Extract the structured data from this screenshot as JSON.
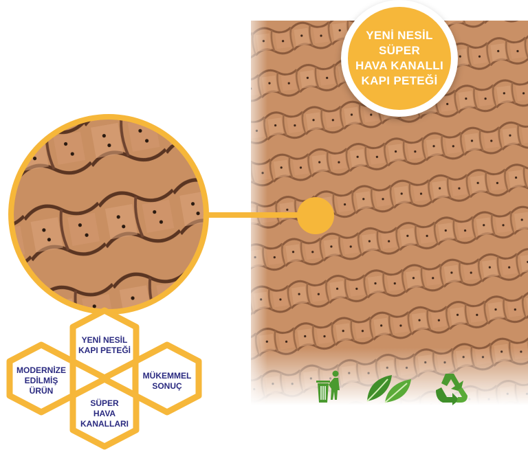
{
  "badge": {
    "lines": [
      "YENİ NESİL",
      "SÜPER",
      "HAVA KANALLI",
      "KAPI PETEĞİ"
    ]
  },
  "hexagons": {
    "top": [
      "YENİ NESİL",
      "KAPI PETEĞİ"
    ],
    "left": [
      "MODERNİZE",
      "EDİLMİŞ",
      "ÜRÜN"
    ],
    "right": [
      "MÜKEMMEL",
      "SONUÇ"
    ],
    "bottom": [
      "SÜPER",
      "HAVA",
      "KANALLARI"
    ]
  },
  "eco_icons": [
    "trash-bin-icon",
    "leaves-icon",
    "recycle-icon"
  ],
  "colors": {
    "accent": "#f6b73a",
    "hex_border": "#f6b73a",
    "hex_fill": "#ffffff",
    "label_text": "#2a2a80",
    "eco_green": "#4a9a2f",
    "cardboard": "#c98f62"
  }
}
